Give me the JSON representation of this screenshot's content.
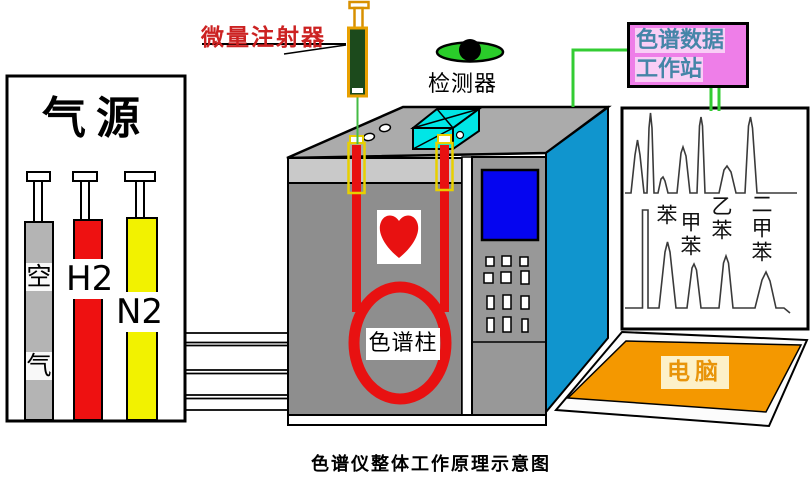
{
  "labels": {
    "syringe": "微量注射器",
    "detector": "检测器",
    "column": "色谱柱",
    "computer": "电脑",
    "caption": "色谱仪整体工作原理示意图"
  },
  "gas_source": {
    "title": "气源",
    "cylinders": [
      {
        "name": "air",
        "label": "空气",
        "char1": "空",
        "char2": "气",
        "color": "#b4b4b4"
      },
      {
        "name": "hydrogen",
        "label": "H2",
        "color": "#ee1111"
      },
      {
        "name": "nitrogen",
        "label": "N2",
        "color": "#f2f200"
      }
    ]
  },
  "workstation": {
    "line1": "色谱数据",
    "line2": "工作站"
  },
  "monitor": {
    "peak_labels": [
      "苯",
      "甲苯",
      "乙苯",
      "二甲苯"
    ],
    "chromatogram": {
      "type": "line",
      "traces": [
        {
          "name": "upper",
          "relative_peak_heights": [
            0.68,
            1.0,
            0.19,
            0.58,
            0.97,
            0.34,
            0.97
          ]
        },
        {
          "name": "lower",
          "peaks": [
            {
              "label": "solvent",
              "relative_height": 1.0
            },
            {
              "label": "苯",
              "relative_height": 0.67
            },
            {
              "label": "甲苯",
              "relative_height": 0.45
            },
            {
              "label": "乙苯",
              "relative_height": 0.53
            },
            {
              "label": "二甲苯",
              "relative_height": 0.36
            }
          ]
        }
      ]
    }
  },
  "colors": {
    "instrument_front": "#8e8e8e",
    "instrument_top": "#ababab",
    "instrument_fascia": "#c9c9c9",
    "side_panel_blue": "#1095ce",
    "screen_blue": "#0505f0",
    "detector_block_cyan": "#00e6e6",
    "column_red": "#e81111",
    "workstation_pink": "#ee7ee8",
    "workstation_text": "#4585a8",
    "platform_orange": "#f49800",
    "computer_label_text": "#e8940a",
    "syringe_outline": "#e8a000",
    "syringe_barrel": "#1c4a1c",
    "signal_green": "#33cc33",
    "eye_green": "#2acc2a",
    "label_red": "#cc2222"
  }
}
